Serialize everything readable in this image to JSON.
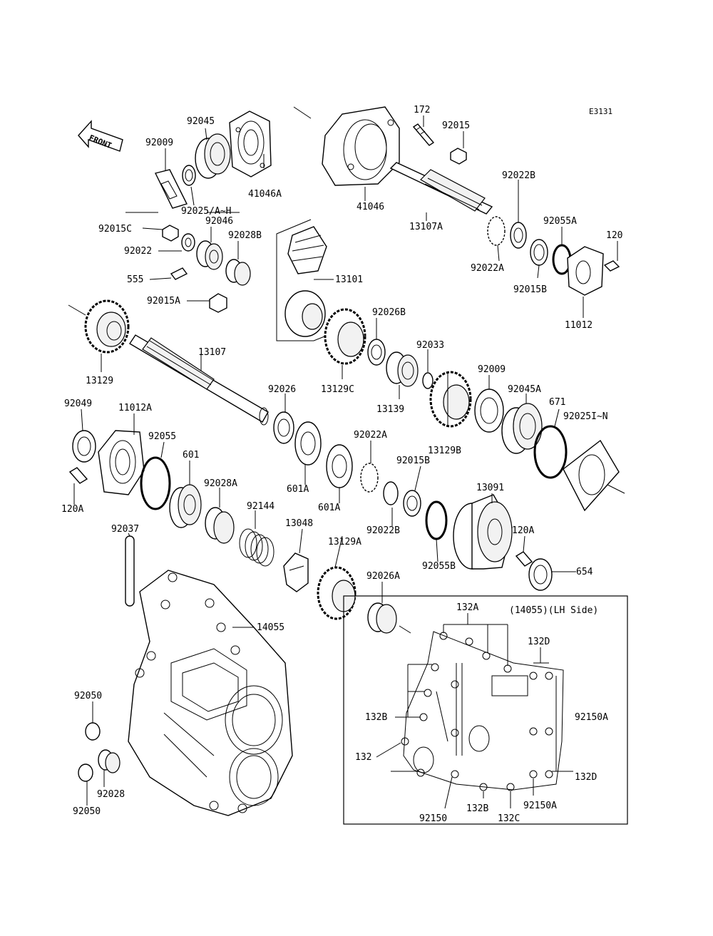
{
  "diagram_code": "E3131",
  "front_label": "FRONT",
  "inset_title": "(14055)(LH Side)",
  "labels": {
    "p92045": "92045",
    "p92009a": "92009",
    "p41046A": "41046A",
    "p92025AH": "92025/A~H",
    "p172": "172",
    "p92015": "92015",
    "p41046": "41046",
    "p13107A": "13107A",
    "p92022B_top": "92022B",
    "p92055A": "92055A",
    "p120": "120",
    "p92015C": "92015C",
    "p92046": "92046",
    "p92028B": "92028B",
    "p92022": "92022",
    "p555": "555",
    "p13101": "13101",
    "p92015A": "92015A",
    "p92022A_top": "92022A",
    "p92015B_top": "92015B",
    "p11012": "11012",
    "p13107": "13107",
    "p92026B": "92026B",
    "p92033": "92033",
    "p13129": "13129",
    "p13129C": "13129C",
    "p13139": "13139",
    "p92009b": "92009",
    "p92045A": "92045A",
    "p92049": "92049",
    "p11012A": "11012A",
    "p92026": "92026",
    "p671": "671",
    "p92025IN": "92025I~N",
    "p92055": "92055",
    "p601": "601",
    "p92022A": "92022A",
    "p13129B": "13129B",
    "p92015B": "92015B",
    "p120A_left": "120A",
    "p601A_1": "601A",
    "p601A_2": "601A",
    "p92028A": "92028A",
    "p13091": "13091",
    "p92144": "92144",
    "p13048": "13048",
    "p92022B": "92022B",
    "p13129A": "13129A",
    "p120A_right": "120A",
    "p92037": "92037",
    "p92055B": "92055B",
    "p654": "654",
    "p92026A": "92026A",
    "p14055": "14055",
    "p92050_top": "92050",
    "p92028": "92028",
    "p92050_bot": "92050",
    "i132A": "132A",
    "i132D_top": "132D",
    "i132B_left": "132B",
    "i92150A_right": "92150A",
    "i132": "132",
    "i132D_bot": "132D",
    "i92150A_bot": "92150A",
    "i92150": "92150",
    "i132B_bot": "132B",
    "i132C": "132C"
  }
}
